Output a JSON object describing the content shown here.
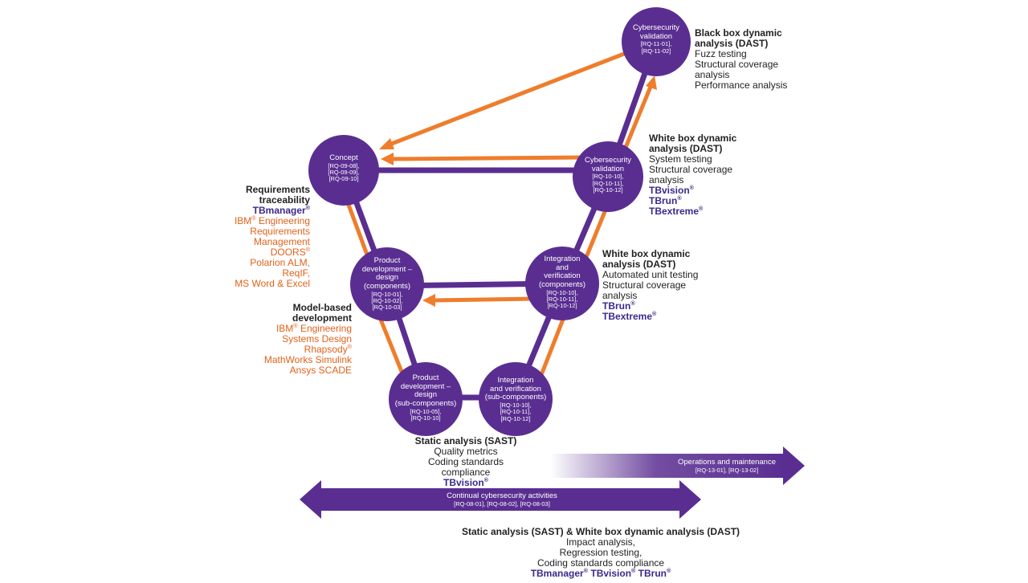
{
  "colors": {
    "purple": "#5a2e91",
    "orange": "#ee7d2c",
    "tool_blue": "#3a2a8c",
    "tool_orange": "#e0621a"
  },
  "nodes": {
    "concept": {
      "title": "Concept",
      "reqs": [
        "[RQ-09-08],",
        "[RQ-09-09],",
        "[RQ-09-10]"
      ]
    },
    "design_components": {
      "title": [
        "Product",
        "development –",
        "design",
        "(components)"
      ],
      "reqs": [
        "[RQ-10-01],",
        "[RQ-10-02],",
        "[RQ-10-03]"
      ]
    },
    "design_subcomponents": {
      "title": [
        "Product",
        "development –",
        "design",
        "(sub-components)"
      ],
      "reqs": [
        "[RQ-10-05],",
        "[RQ-10-10]"
      ]
    },
    "iv_subcomponents": {
      "title": [
        "Integration",
        "and verification",
        "(sub-components)"
      ],
      "reqs": [
        "[RQ-10-10],",
        "[RQ-10-11],",
        "[RQ-10-12]"
      ]
    },
    "iv_components": {
      "title": [
        "Integration",
        "and",
        "verification",
        "(components)"
      ],
      "reqs": [
        "[RQ-10-10],",
        "[RQ-10-11],",
        "[RQ-10-12]"
      ]
    },
    "validation_10": {
      "title": [
        "Cybersecurity",
        "validation"
      ],
      "reqs": [
        "[RQ-10-10],",
        "[RQ-10-11],",
        "[RQ-10-12]"
      ]
    },
    "validation_11": {
      "title": [
        "Cybersecurity",
        "validation"
      ],
      "reqs": [
        "[RQ-11-01],",
        "[RQ-11-02]"
      ]
    }
  },
  "annotations": {
    "black_box": {
      "heading": [
        "Black box dynamic",
        "analysis (DAST)"
      ],
      "lines": [
        "Fuzz testing",
        "Structural coverage",
        "analysis",
        "Performance analysis"
      ]
    },
    "white_box_system": {
      "heading": [
        "White box dynamic",
        "analysis (DAST)"
      ],
      "lines": [
        "System testing",
        "Structural coverage",
        "analysis"
      ],
      "tools": [
        "TBvision",
        "TBrun",
        "TBextreme"
      ]
    },
    "white_box_unit": {
      "heading": [
        "White box dynamic",
        "analysis (DAST)"
      ],
      "lines": [
        "Automated unit testing",
        "Structural coverage",
        "analysis"
      ],
      "tools": [
        "TBrun",
        "TBextreme"
      ]
    },
    "requirements": {
      "heading": [
        "Requirements",
        "traceability"
      ],
      "tools": [
        "TBmanager"
      ],
      "third_party": [
        "IBM",
        "Engineering",
        "Requirements",
        "Management",
        "DOORS",
        "Polarion ALM,",
        "ReqIF,",
        "MS Word & Excel"
      ]
    },
    "model_based": {
      "heading": [
        "Model-based",
        "development"
      ],
      "third_party": [
        "IBM",
        "Engineering",
        "Systems Design",
        "Rhapsody",
        "MathWorks Simulink",
        "Ansys SCADE"
      ]
    },
    "static_analysis": {
      "heading": "Static analysis (SAST)",
      "lines": [
        "Quality metrics",
        "Coding standards",
        "compliance"
      ],
      "tools": [
        "TBvision"
      ]
    },
    "bottom": {
      "heading": "Static analysis (SAST) & White box dynamic analysis (DAST)",
      "lines": [
        "Impact analysis,",
        "Regression testing,",
        "Coding standards compliance"
      ],
      "tools": [
        "TBmanager",
        "TBvision",
        "TBrun"
      ]
    }
  },
  "bands": {
    "operations": {
      "title": "Operations and maintenance",
      "reqs": "[RQ-13-01], [RQ-13-02]"
    },
    "continual": {
      "title": "Continual cybersecurity activities",
      "reqs": "[RQ-08-01], [RQ-08-02], [RQ-08-03]"
    }
  },
  "registered_mark": "®"
}
